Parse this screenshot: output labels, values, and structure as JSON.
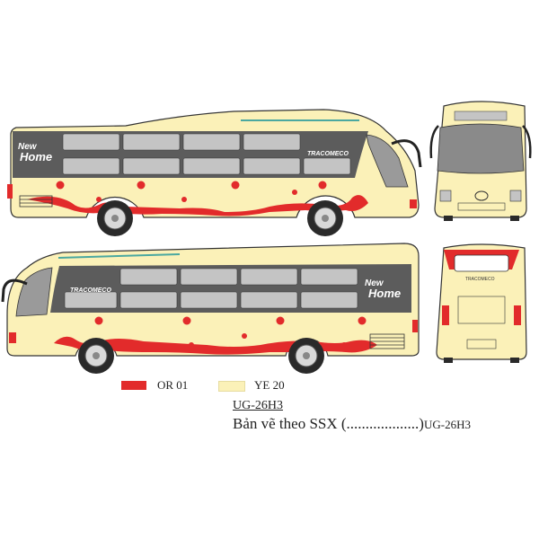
{
  "brand": {
    "logo_left": [
      "New",
      "Home"
    ],
    "manufacturer": "TRACOMECO",
    "rear_plate": "TRACOMECO"
  },
  "colors": {
    "body": "#fbf1b8",
    "stripe": "#e22b2b",
    "window_panel": "#5c5c5c",
    "window": "#c4c4c4",
    "outline": "#333333",
    "roof_accent": "#4aa8a0"
  },
  "legend": [
    {
      "code": "OR 01",
      "color": "#e22b2b"
    },
    {
      "code": "YE 20",
      "color": "#fbf1b8"
    }
  ],
  "model_code": "UG-26H3",
  "caption": {
    "text": "Bản vẽ theo SSX (...................)",
    "code": "UG-26H3"
  }
}
